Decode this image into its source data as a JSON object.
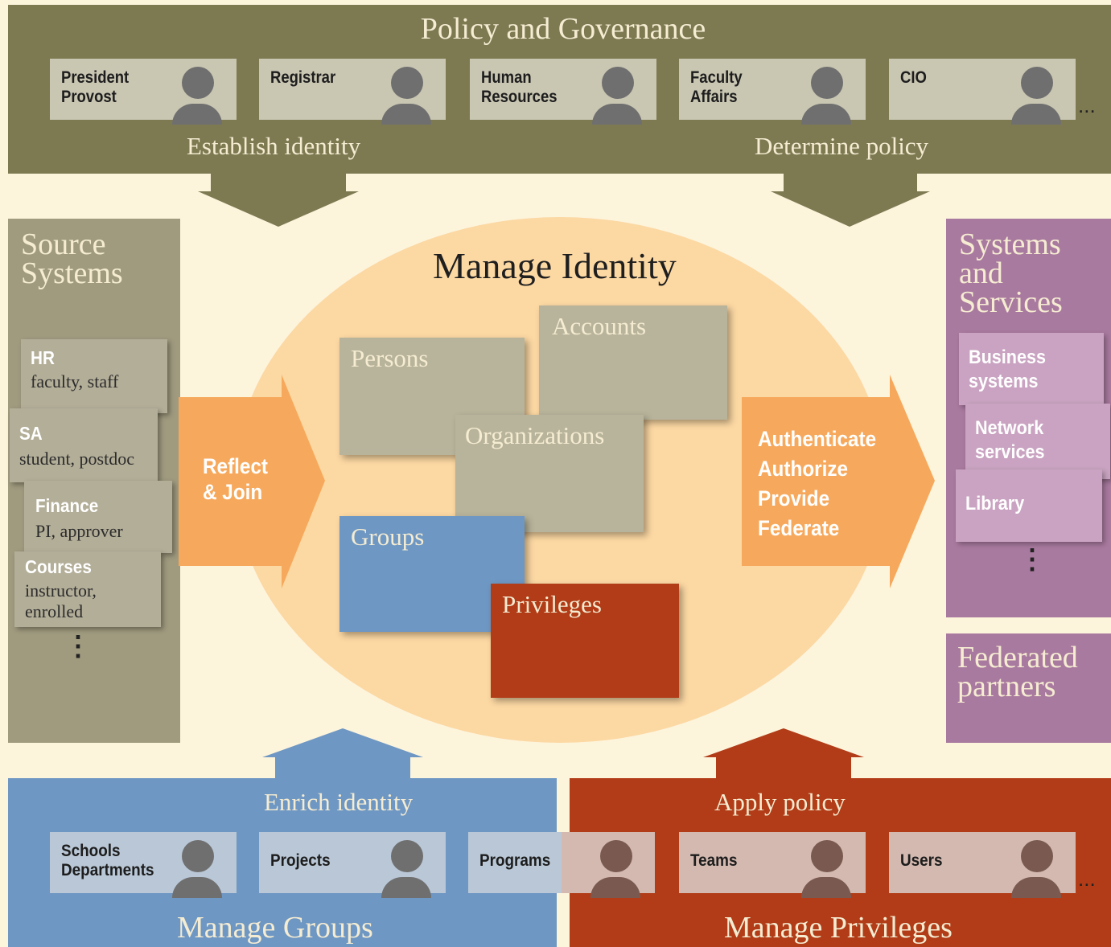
{
  "top": {
    "title": "Policy and Governance",
    "roles": [
      {
        "line1": "President",
        "line2": "Provost"
      },
      {
        "line1": "Registrar",
        "line2": ""
      },
      {
        "line1": "Human",
        "line2": "Resources"
      },
      {
        "line1": "Faculty",
        "line2": "Affairs"
      },
      {
        "line1": "CIO",
        "line2": ""
      }
    ],
    "ellipsis": "...",
    "left_action": "Establish identity",
    "right_action": "Determine policy"
  },
  "source": {
    "title_line1": "Source",
    "title_line2": "Systems",
    "items": [
      {
        "title": "HR",
        "desc1": "faculty, staff",
        "desc2": ""
      },
      {
        "title": "SA",
        "desc1": "student, postdoc",
        "desc2": ""
      },
      {
        "title": "Finance",
        "desc1": "PI, approver",
        "desc2": ""
      },
      {
        "title": "Courses",
        "desc1": "instructor,",
        "desc2": "enrolled"
      }
    ],
    "more": "⋮"
  },
  "center": {
    "title": "Manage Identity",
    "left_arrow_line1": "Reflect",
    "left_arrow_line2": "& Join",
    "right_arrow_lines": [
      "Authenticate",
      "Authorize",
      "Provide",
      "Federate"
    ],
    "entities": {
      "persons": "Persons",
      "accounts": "Accounts",
      "organizations": "Organizations",
      "groups": "Groups",
      "privileges": "Privileges"
    }
  },
  "systems": {
    "title_line1": "Systems",
    "title_line2": "and",
    "title_line3": "Services",
    "items": [
      {
        "line1": "Business",
        "line2": "systems"
      },
      {
        "line1": "Network",
        "line2": "services"
      },
      {
        "line1": "Library",
        "line2": ""
      }
    ],
    "more": "⋮",
    "federated_line1": "Federated",
    "federated_line2": "partners"
  },
  "bottom": {
    "groups_title": "Manage Groups",
    "groups_action": "Enrich identity",
    "privileges_title": "Manage Privileges",
    "privileges_action": "Apply policy",
    "tags": [
      {
        "line1": "Schools",
        "line2": "Departments"
      },
      {
        "line1": "Projects",
        "line2": ""
      },
      {
        "line1": "Programs",
        "line2": ""
      },
      {
        "line1": "Teams",
        "line2": ""
      },
      {
        "line1": "Users",
        "line2": ""
      }
    ],
    "ellipsis": "..."
  },
  "colors": {
    "olive": "#7d7a52",
    "cream": "#fdf4dc",
    "peach": "#fcd8a3",
    "orange_arrow": "#f6a95c",
    "blue": "#6e97c3",
    "rust": "#b13c17",
    "purple": "#a97a9f",
    "tan": "#b8b49b"
  }
}
